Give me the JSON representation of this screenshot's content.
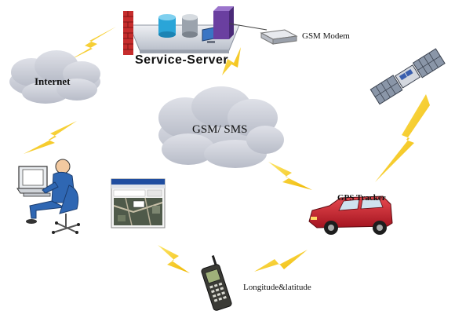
{
  "labels": {
    "service_server": "Service-Server",
    "gsm_modem": "GSM Modem",
    "internet": "Internet",
    "gsm_sms": "GSM/ SMS",
    "gps_tracker": "GPS Tracker",
    "longitude_latitude": "Longitude&latitude"
  },
  "colors": {
    "cloud": "#c9ccd6",
    "lightning": "#f6cf22",
    "firewall": "#c62c2c",
    "car": "#cc1e2a",
    "person": "#2f67b3",
    "satellite_panel": "#8a96a8"
  },
  "icons": [
    "firewall-icon",
    "server-icon",
    "database-icon",
    "modem-icon",
    "cloud-icon",
    "satellite-icon",
    "car-icon",
    "phone-icon",
    "computer-user-icon",
    "map-screen-icon",
    "lightning-icon"
  ]
}
